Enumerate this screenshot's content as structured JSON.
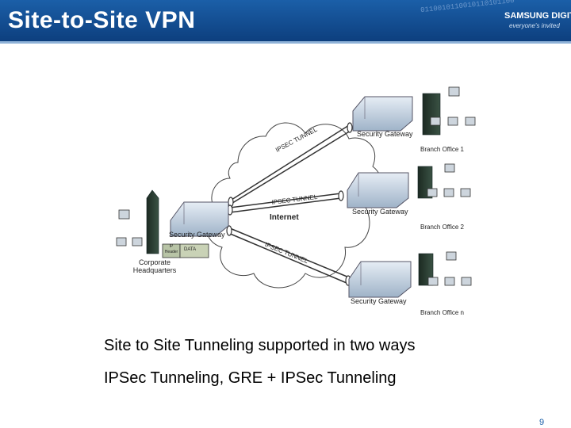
{
  "title": "Site-to-Site VPN",
  "logo": {
    "brand": "SAMSUNG DIGITall",
    "tagline": "everyone's invited"
  },
  "header_decoration": "0110010110010110101100",
  "diagram": {
    "cloud_label": "Internet",
    "tunnel_label": "IPSEC TUNNEL",
    "hq": {
      "gateway_label": "Security Gateway",
      "site_label_line1": "Corporate",
      "site_label_line2": "Headquarters"
    },
    "packet": {
      "header_line1": "IP",
      "header_line2": "Header",
      "payload": "DATA"
    },
    "branch1": {
      "gateway_label": "Security Gateway",
      "site_label": "Branch Office 1"
    },
    "branch2": {
      "gateway_label": "Security Gateway",
      "site_label": "Branch Office 2"
    },
    "branchn": {
      "gateway_label": "Security Gateway",
      "site_label": "Branch Office n"
    }
  },
  "bullets": [
    "Site to Site Tunneling supported in two ways",
    "IPSec Tunneling, GRE + IPSec Tunneling"
  ],
  "page_number": "9",
  "colors": {
    "header": "#1b5fa8",
    "accent": "#8fb2d8",
    "page_number": "#1b5fa8"
  }
}
